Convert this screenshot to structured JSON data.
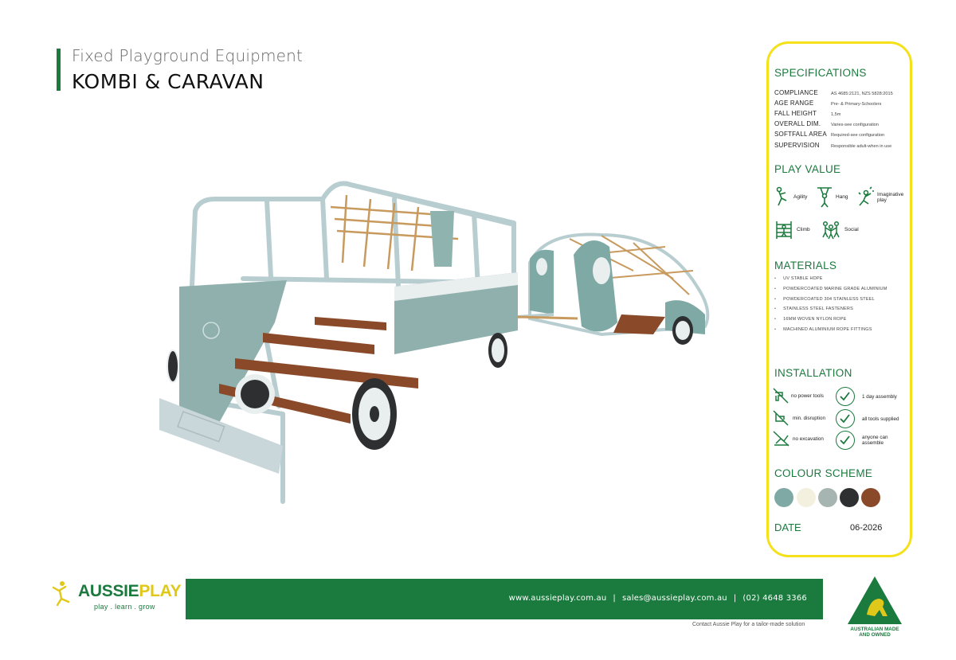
{
  "header": {
    "subtitle": "Fixed Playground Equipment",
    "title": "KOMBI & CARAVAN"
  },
  "specifications": {
    "title": "SPECIFICATIONS",
    "rows": [
      {
        "key": "COMPLIANCE",
        "value": "AS 4685:2121, NZS 5828:2015"
      },
      {
        "key": "AGE RANGE",
        "value": "Pre- & Primary-Schoolers"
      },
      {
        "key": "FALL HEIGHT",
        "value": "1,5m"
      },
      {
        "key": "OVERALL DIM.",
        "value": "Varies-see configuration"
      },
      {
        "key": "SOFTFALL AREA",
        "value": "Required-see configuration"
      },
      {
        "key": "SUPERVISION",
        "value": "Responsible adult-when in use"
      }
    ]
  },
  "play_value": {
    "title": "PLAY VALUE",
    "items": [
      {
        "label": "Agility",
        "icon": "agility-icon"
      },
      {
        "label": "Hang",
        "icon": "hang-icon"
      },
      {
        "label": "Imaginative play",
        "icon": "imaginative-play-icon"
      },
      {
        "label": "Climb",
        "icon": "climb-icon"
      },
      {
        "label": "Social",
        "icon": "social-icon"
      }
    ]
  },
  "materials": {
    "title": "MATERIALS",
    "items": [
      "UV STABLE HDPE",
      "POWDERCOATED MARINE GRADE ALUMINIUM",
      "POWDERCOATED 304 STAINLESS STEEL",
      "STAINLESS STEEL FASTENERS",
      "16MM WOVEN NYLON ROPE",
      "MACHINED ALUMINIUM ROPE FITTINGS"
    ]
  },
  "installation": {
    "title": "INSTALLATION",
    "items": [
      {
        "label": "no power tools",
        "icon": "no-power-tools-icon"
      },
      {
        "label": "1 day assembly",
        "icon": "check-icon"
      },
      {
        "label": "min. disruption",
        "icon": "min-disruption-icon"
      },
      {
        "label": "all tools supplied",
        "icon": "check-icon"
      },
      {
        "label": "no excavation",
        "icon": "no-excavation-icon"
      },
      {
        "label": "anyone can assemble",
        "icon": "check-icon"
      }
    ]
  },
  "colour_scheme": {
    "title": "COLOUR SCHEME",
    "swatches": [
      "#7fa9a5",
      "#f3f0df",
      "#a6b4b2",
      "#2d2f31",
      "#8a4a2a"
    ]
  },
  "date": {
    "label": "DATE",
    "value": "06-2026"
  },
  "footer": {
    "website": "www.aussieplay.com.au",
    "email": "sales@aussieplay.com.au",
    "phone": "(02) 4648 3366",
    "separator": "|",
    "tagline": "Contact Aussie Play for a tailor-made solution",
    "logo_left": "AUSSIE",
    "logo_right": "PLAY",
    "logo_tagline": "play . learn . grow",
    "badge_line1": "AUSTRALIAN MADE",
    "badge_line2": "AND OWNED"
  },
  "colors": {
    "brand_green": "#1b7a3e",
    "accent_yellow": "#f4e11a"
  }
}
